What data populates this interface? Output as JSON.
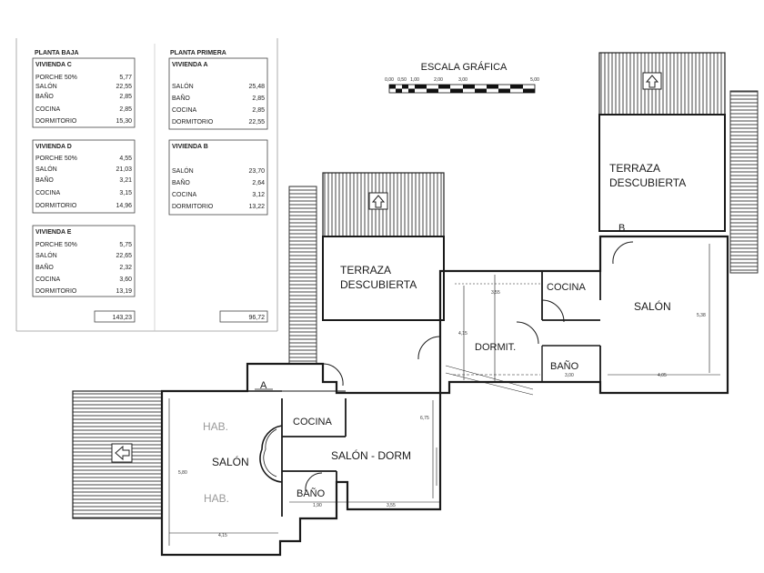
{
  "table": {
    "planta_baja": {
      "title": "PLANTA BAJA",
      "viviendas": [
        {
          "name": "VIVIENDA C",
          "rows": [
            {
              "label": "PORCHE 50%",
              "value": "5,77"
            },
            {
              "label": "SALÓN",
              "value": "22,55"
            },
            {
              "label": "BAÑO",
              "value": "2,85"
            },
            {
              "label": "COCINA",
              "value": "2,85"
            },
            {
              "label": "DORMITORIO",
              "value": "15,30"
            }
          ]
        },
        {
          "name": "VIVIENDA D",
          "rows": [
            {
              "label": "PORCHE 50%",
              "value": "4,55"
            },
            {
              "label": "SALÓN",
              "value": "21,03"
            },
            {
              "label": "BAÑO",
              "value": "3,21"
            },
            {
              "label": "COCINA",
              "value": "3,15"
            },
            {
              "label": "DORMITORIO",
              "value": "14,96"
            }
          ]
        },
        {
          "name": "VIVIENDA E",
          "rows": [
            {
              "label": "PORCHE 50%",
              "value": "5,75"
            },
            {
              "label": "SALÓN",
              "value": "22,65"
            },
            {
              "label": "BAÑO",
              "value": "2,32"
            },
            {
              "label": "COCINA",
              "value": "3,60"
            },
            {
              "label": "DORMITORIO",
              "value": "13,19"
            }
          ]
        }
      ],
      "total": "143,23"
    },
    "planta_primera": {
      "title": "PLANTA PRIMERA",
      "viviendas": [
        {
          "name": "VIVIENDA A",
          "rows": [
            {
              "label": "SALÓN",
              "value": "25,48"
            },
            {
              "label": "BAÑO",
              "value": "2,85"
            },
            {
              "label": "COCINA",
              "value": "2,85"
            },
            {
              "label": "DORMITORIO",
              "value": "22,55"
            }
          ]
        },
        {
          "name": "VIVIENDA B",
          "rows": [
            {
              "label": "SALÓN",
              "value": "23,70"
            },
            {
              "label": "BAÑO",
              "value": "2,64"
            },
            {
              "label": "COCINA",
              "value": "3,12"
            },
            {
              "label": "DORMITORIO",
              "value": "13,22"
            }
          ]
        }
      ],
      "total": "96,72"
    }
  },
  "scale": {
    "title": "ESCALA GRÁFICA",
    "ticks": [
      "0,00",
      "0,50",
      "1,00",
      "2,00",
      "3,00",
      "5,00"
    ]
  },
  "rooms": {
    "terraza_1_line1": "TERRAZA",
    "terraza_1_line2": "DESCUBIERTA",
    "terraza_2_line1": "TERRAZA",
    "terraza_2_line2": "DESCUBIERTA",
    "cocina_a": "COCINA",
    "salon_a": "SALÓN",
    "hab_1": "HAB.",
    "hab_2": "HAB.",
    "salon_dorm": "SALÓN - DORM",
    "bano_a": "BAÑO",
    "dormit": "DORMIT.",
    "cocina_b": "COCINA",
    "bano_b": "BAÑO",
    "salon_b": "SALÓN",
    "label_a": "A",
    "label_b": "B"
  },
  "dimensions": {
    "d1": "3,55",
    "d2": "4,15",
    "d3": "5,38",
    "d4": "3,00",
    "d5": "4,05",
    "d6": "6,75",
    "d7": "5,80",
    "d8": "1,90",
    "d9": "3,55",
    "d10": "4,15"
  }
}
